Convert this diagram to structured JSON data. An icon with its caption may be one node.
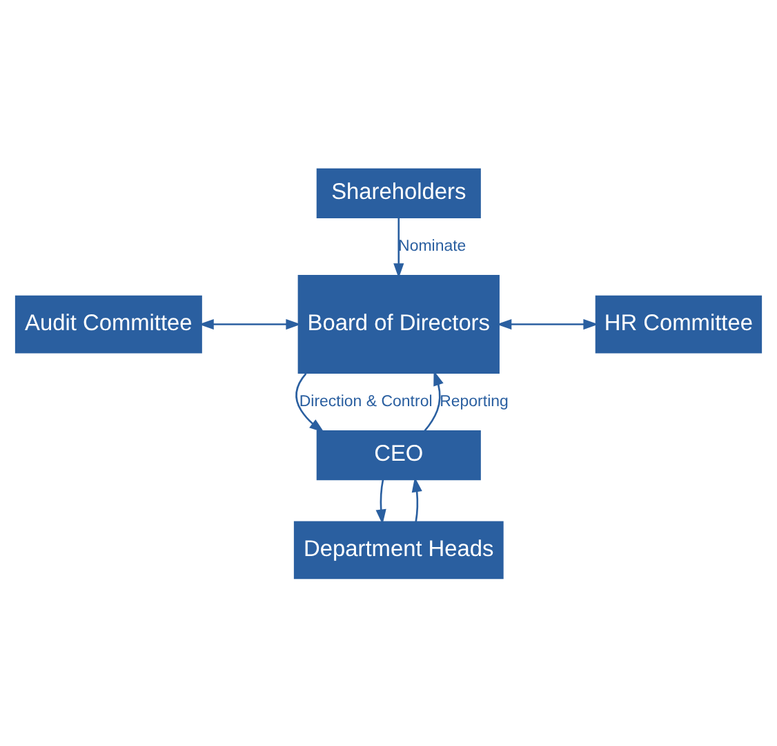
{
  "diagram": {
    "nodes": [
      {
        "text": [
          "Shareholders"
        ]
      },
      {
        "text": [
          "Board of Directors"
        ]
      },
      {
        "text": [
          "Audit Committee"
        ]
      },
      {
        "text": [
          "HR Committee"
        ]
      },
      {
        "text": [
          "CEO"
        ]
      },
      {
        "text": [
          "Department Heads"
        ]
      }
    ],
    "edges": [
      {
        "from": 0,
        "to": 1,
        "arrow": "to",
        "label": "Nominate"
      },
      {
        "from": 2,
        "to": 1,
        "arrow": "both"
      },
      {
        "from": 1,
        "to": 3,
        "arrow": "both"
      },
      {
        "from": 1,
        "to": 4,
        "arrow": "to",
        "label": "Direction & Control"
      },
      {
        "from": 4,
        "to": 1,
        "arrow": "to",
        "label": "Reporting"
      },
      {
        "from": 4,
        "to": 5,
        "arrow": "to"
      },
      {
        "from": 5,
        "to": 4,
        "arrow": "to"
      }
    ]
  }
}
